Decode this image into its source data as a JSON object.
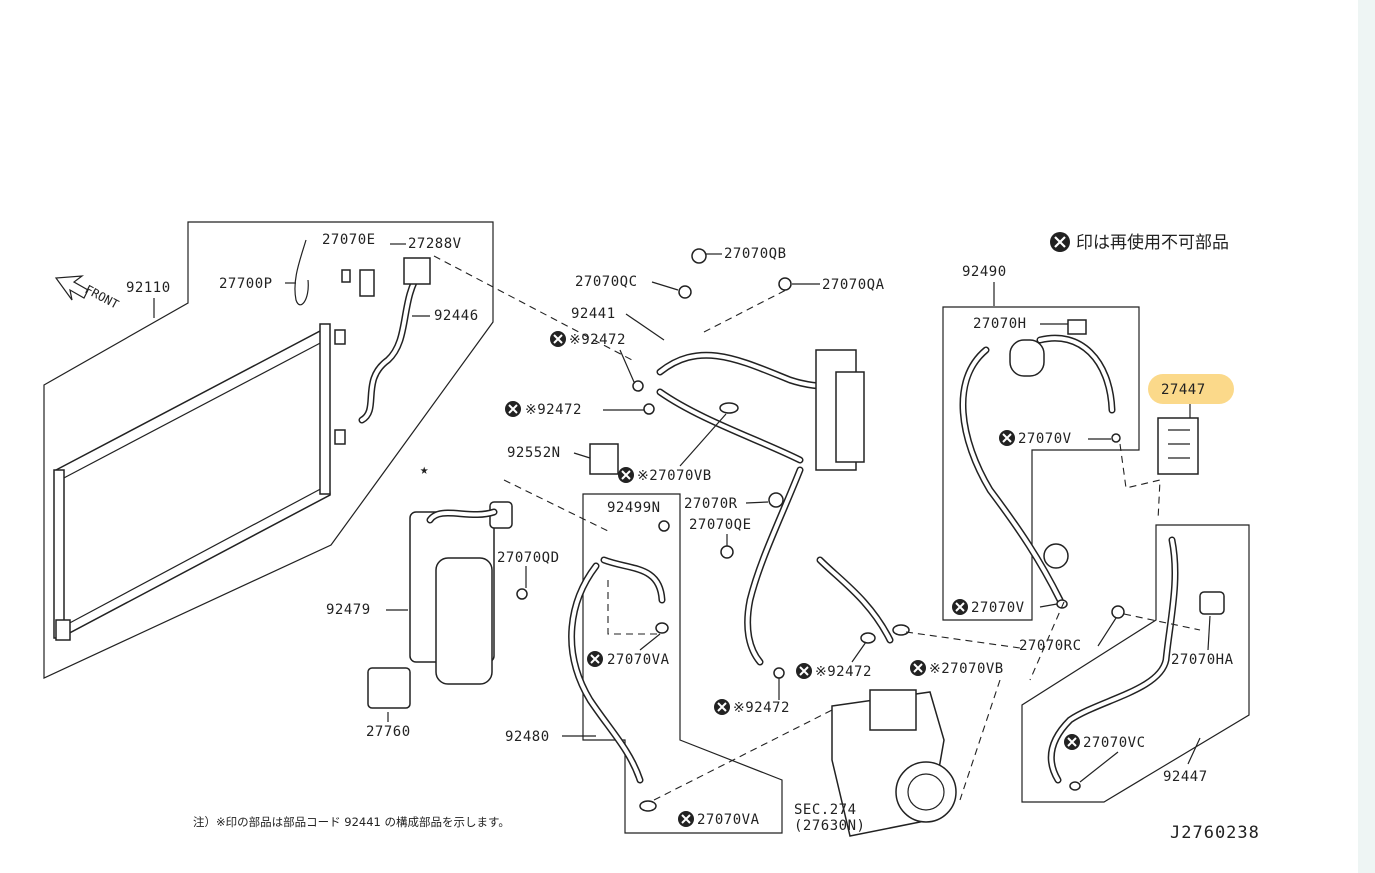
{
  "legend": {
    "text": "印は再使用不可部品"
  },
  "footnote": "注）※印の部品は部品コード 92441 の構成部品を示します。",
  "diagram_code": "J2760238",
  "front_label": "FRONT",
  "highlighted_part": "27447",
  "labels": {
    "p92110": "92110",
    "p27700P": "27700P",
    "p27070E": "27070E",
    "p27288V": "27288V",
    "p92446": "92446",
    "p27070QC": "27070QC",
    "p27070QB": "27070QB",
    "p27070QA": "27070QA",
    "p92441": "92441",
    "p92472a": "※92472",
    "p92472b": "※92472",
    "p92552N": "92552N",
    "p27070VB1": "※27070VB",
    "p27070R": "27070R",
    "p27070QE": "27070QE",
    "p92499N": "92499N",
    "p27070QD": "27070QD",
    "p92479": "92479",
    "p27760": "27760",
    "p27070VA1": "27070VA",
    "p92480": "92480",
    "p27070VA2": "27070VA",
    "p92472c": "※92472",
    "p92472d": "※92472",
    "p27070VB2": "※27070VB",
    "sec274": "SEC.274",
    "sec274sub": "(27630N)",
    "p92490": "92490",
    "p27070H": "27070H",
    "p27070V1": "27070V",
    "p27070V2": "27070V",
    "p27447": "27447",
    "p27070RC": "27070RC",
    "p27070HA": "27070HA",
    "p27070VC": "27070VC",
    "p92447": "92447"
  },
  "colors": {
    "highlight": "#fbd98a",
    "line": "#222222",
    "sidebar": "#eef5f4"
  }
}
